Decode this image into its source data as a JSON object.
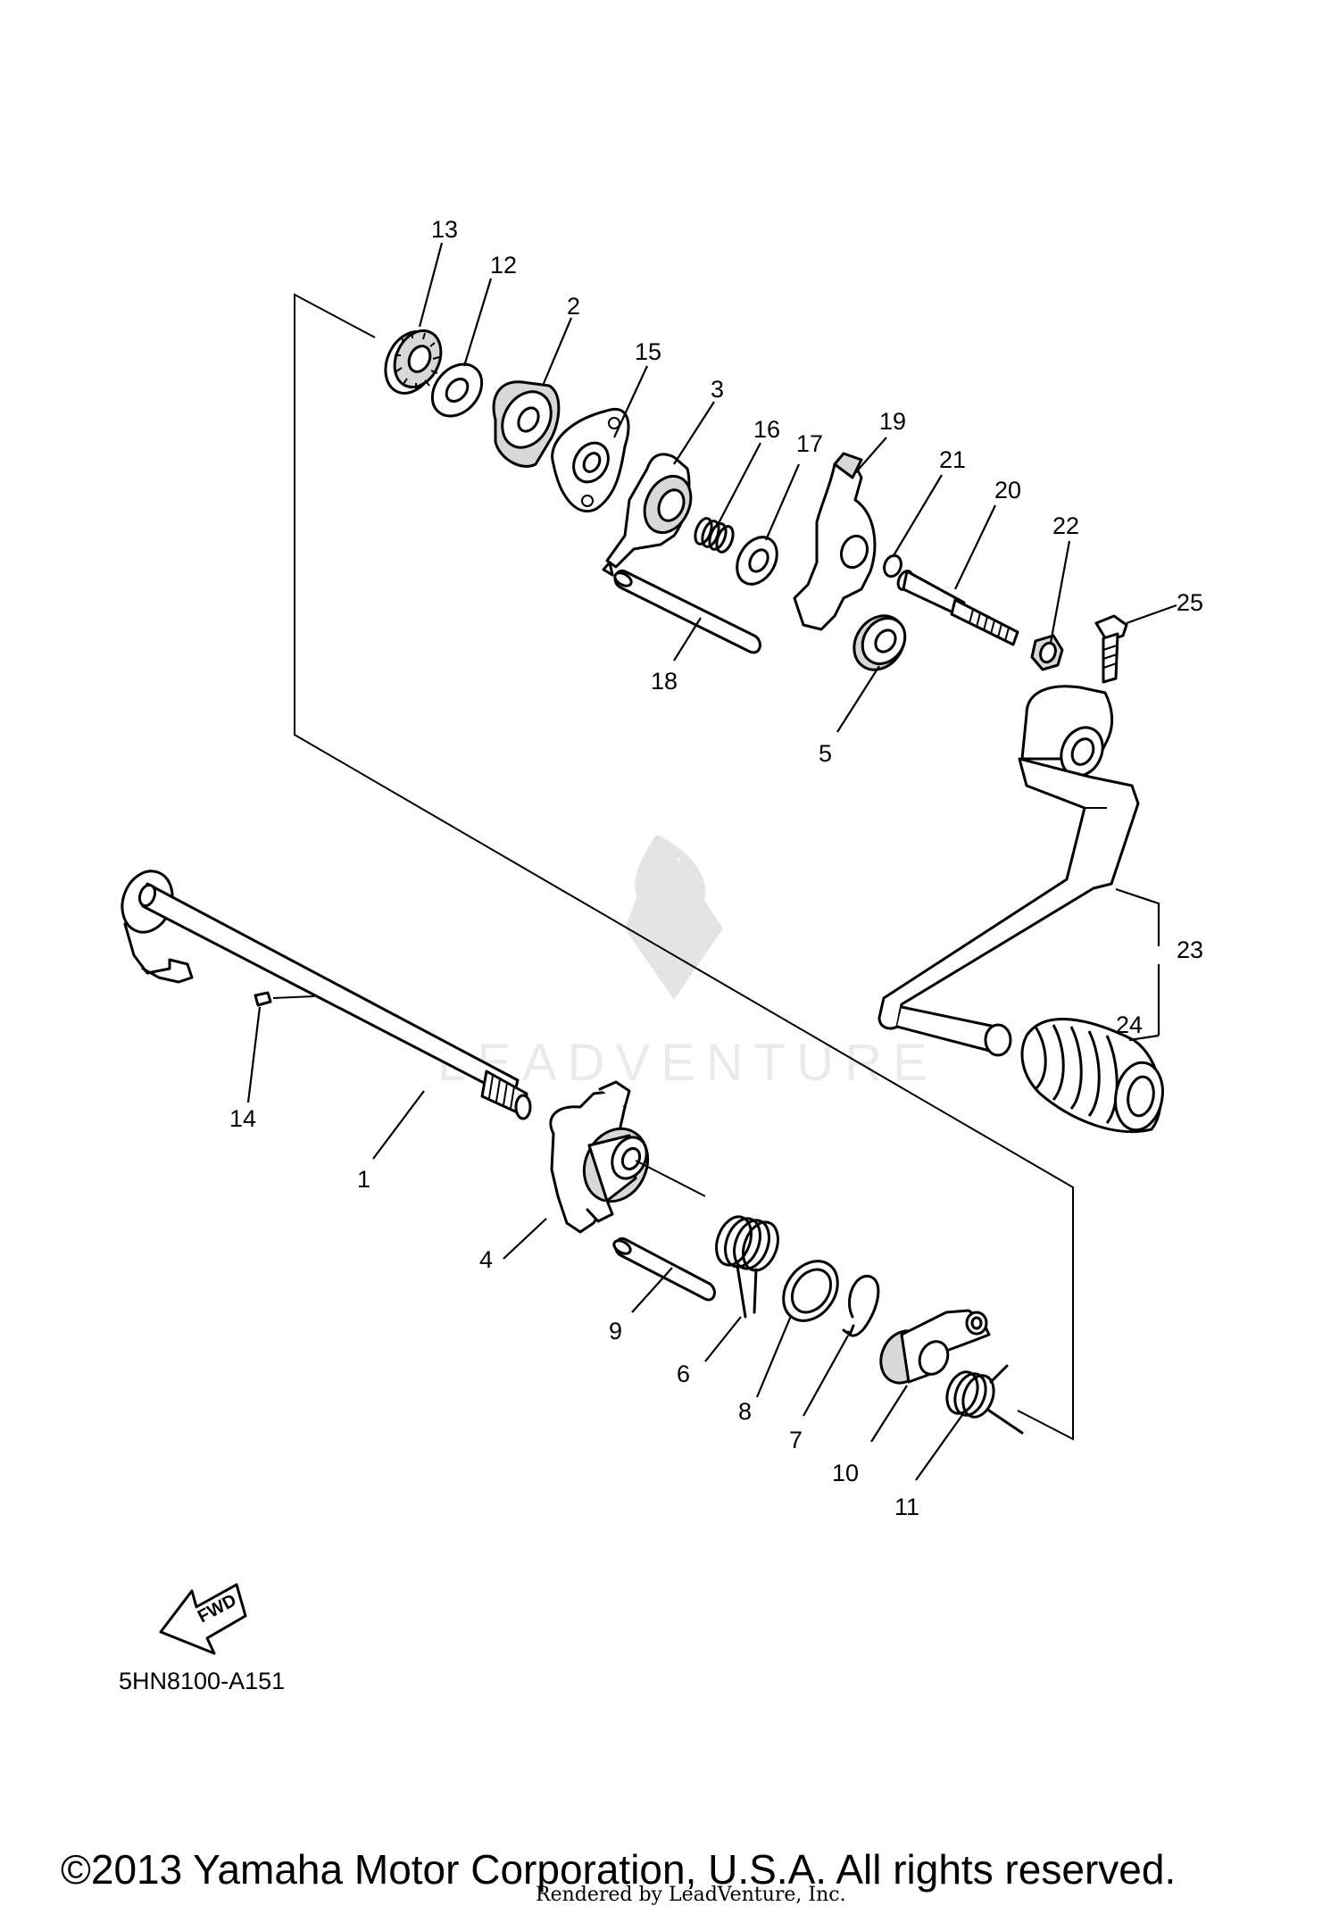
{
  "diagram": {
    "code": "5HN8100-A151",
    "fwd_label": "FWD",
    "watermark": "LEADVENTURE",
    "copyright": "©2013 Yamaha Motor Corporation, U.S.A. All rights reserved.",
    "rendered_by": "Rendered by LeadVenture, Inc."
  },
  "callouts": [
    "1",
    "2",
    "3",
    "4",
    "5",
    "6",
    "7",
    "8",
    "9",
    "10",
    "11",
    "12",
    "13",
    "14",
    "15",
    "16",
    "17",
    "18",
    "19",
    "20",
    "21",
    "22",
    "23",
    "24",
    "25"
  ]
}
